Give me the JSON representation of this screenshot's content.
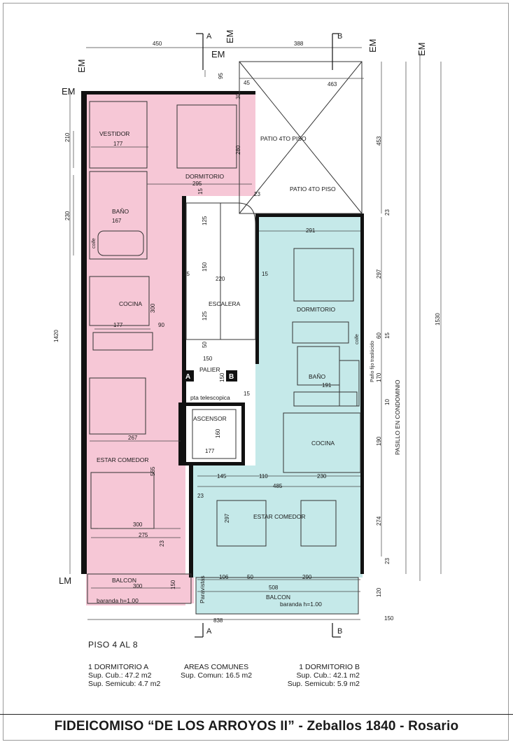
{
  "rooms": {
    "vestidor": "VESTIDOR",
    "dormitorio_a": "DORMITORIO",
    "bano_a": "BAÑO",
    "cocina_a": "COCINA",
    "estar_a": "ESTAR COMEDOR",
    "balcon_a": "BALCON",
    "baranda_a": "baranda h=1.00",
    "patio_1": "PATIO 4TO PISO",
    "patio_2": "PATIO 4TO PISO",
    "escalera": "ESCALERA",
    "palier": "PALIER",
    "ascensor": "ASCENSOR",
    "pta": "pta telescopica",
    "dormitorio_b": "DORMITORIO",
    "bano_b": "BAÑO",
    "cocina_b": "COCINA",
    "estar_b": "ESTAR COMEDOR",
    "balcon_b": "BALCON",
    "baranda_b": "baranda h=1.00",
    "paravistas": "Paravistas",
    "pasillo": "PASILLO EN CONDOMINIO",
    "pano_fijo": "Paño fijo traslúcido",
    "coife_a": "coife",
    "coife_b": "coife"
  },
  "markers": {
    "em": "EM",
    "lm": "LM",
    "section_a": "A",
    "section_b": "B"
  },
  "dimensions": {
    "top_450": "450",
    "top_388": "388",
    "d_95": "95",
    "d_463": "463",
    "d_45": "45",
    "d_30": "30",
    "d_453": "453",
    "d_210": "210",
    "d_177a": "177",
    "d_280": "280",
    "d_295": "295",
    "d_15a": "15",
    "d_23a": "23",
    "d_230": "230",
    "d_167": "167",
    "d_125a": "125",
    "d_291": "291",
    "d_23b": "23",
    "d_150a": "150",
    "d_15b": "15",
    "d_15c": "15",
    "d_220": "220",
    "d_297a": "297",
    "d_1530": "1530",
    "d_1420": "1420",
    "d_300a": "300",
    "d_125b": "125",
    "d_177b": "177",
    "d_90": "90",
    "d_50a": "50",
    "d_150b": "150",
    "d_60": "60",
    "d_15d": "15",
    "d_170": "170",
    "d_150c": "150",
    "d_191": "191",
    "d_15e": "15",
    "d_10": "10",
    "d_160": "160",
    "d_177c": "177",
    "d_267": "267",
    "d_190": "190",
    "d_565": "565",
    "d_145": "145",
    "d_110": "110",
    "d_230b": "230",
    "d_485": "485",
    "d_23c": "23",
    "d_297b": "297",
    "d_274": "274",
    "d_300b": "300",
    "d_275": "275",
    "d_23d": "23",
    "d_23e": "23",
    "d_300c": "300",
    "d_150d": "150",
    "d_106": "106",
    "d_50b": "50",
    "d_290": "290",
    "d_508": "508",
    "d_120": "120",
    "d_838": "838",
    "d_150e": "150"
  },
  "units": {
    "a": {
      "title": "1 DORMITORIO A",
      "cub": "Sup. Cub.: 47.2 m2",
      "semi": "Sup. Semicub: 4.7 m2"
    },
    "common": {
      "title": "AREAS COMUNES",
      "sup": "Sup. Comun: 16.5 m2"
    },
    "b": {
      "title": "1 DORMITORIO B",
      "cub": "Sup. Cub.: 42.1 m2",
      "semi": "Sup. Semicub: 5.9 m2"
    }
  },
  "floor_label": "PISO 4 AL 8",
  "footer": "FIDEICOMISO “DE LOS ARROYOS II” - Zeballos 1840 - Rosario",
  "colors": {
    "unit_a": "#f6c7d6",
    "unit_b": "#c5e9e9",
    "wall": "#111111"
  }
}
